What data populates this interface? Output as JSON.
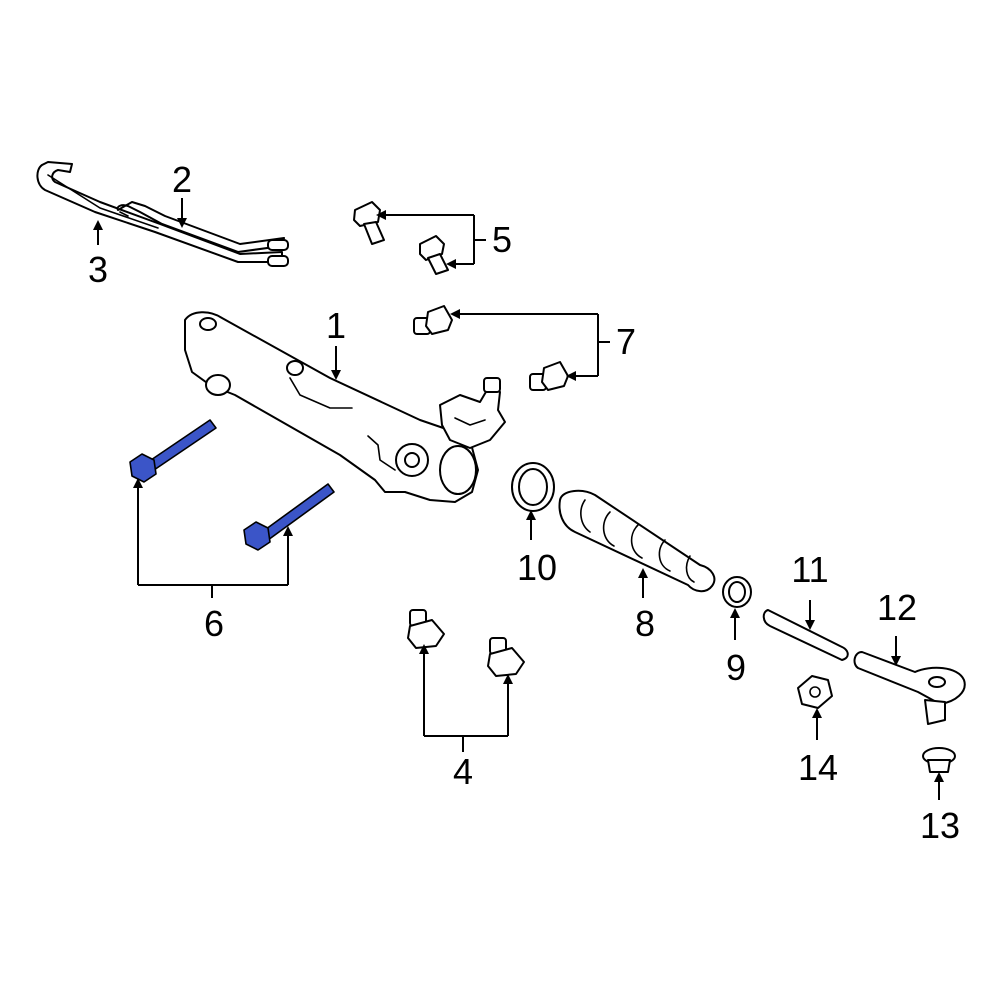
{
  "diagram": {
    "callouts": {
      "c1": "1",
      "c2": "2",
      "c3": "3",
      "c4": "4",
      "c5": "5",
      "c6": "6",
      "c7": "7",
      "c8": "8",
      "c9": "9",
      "c10": "10",
      "c11": "11",
      "c12": "12",
      "c13": "13",
      "c14": "14"
    },
    "highlight_color": "#3b55c8",
    "highlighted_part": "6"
  }
}
